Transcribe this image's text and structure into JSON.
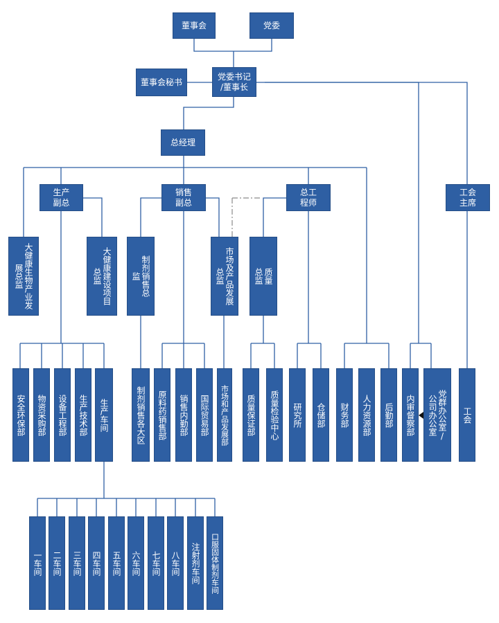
{
  "org": {
    "board": "董事会",
    "party_committee": "党委",
    "board_secretary": "董事会秘书",
    "party_secretary_chairman": "党委书记\n/董事长",
    "general_manager": "总经理",
    "vp_production": "生产\n副总",
    "vp_sales": "销售\n副总",
    "chief_engineer": "总工\n程师",
    "union_chairman": "工会\n主席",
    "health_bio_director": "大健康生物产业发展总监",
    "health_project_director": "大健康建设项目总监",
    "formulation_sales_director": "制剂销售总监",
    "market_dev_director": "市场及产品发展总监",
    "quality_director": "质量总监",
    "dept_safety": "安全环保部",
    "dept_purchasing": "物资采购部",
    "dept_equipment": "设备工程部",
    "dept_production_tech": "生产技术部",
    "dept_workshop": "生产车间",
    "dept_formulation_regions": "制剂销售各大区",
    "dept_api_sales": "原料药销售部",
    "dept_sales_internal": "销售内勤部",
    "dept_trade": "国际贸易部",
    "dept_market_product": "市场和产品发展部",
    "dept_qa": "质量保证部",
    "dept_qc": "质量检验中心",
    "dept_research": "研究所",
    "dept_warehouse": "仓储部",
    "dept_finance": "财务部",
    "dept_hr": "人力资源部",
    "dept_logistics": "后勤部",
    "dept_audit": "内审督察部",
    "dept_party_office": "党群办公室/公司办公室",
    "dept_union": "工会",
    "ws_1": "一车间",
    "ws_2": "二车间",
    "ws_3": "三车间",
    "ws_4": "四车间",
    "ws_5": "五车间",
    "ws_6": "六车间",
    "ws_7": "七车间",
    "ws_8": "八车间",
    "ws_injection": "注射剂车间",
    "ws_oral": "口服固体制剂车间"
  },
  "colors": {
    "box": "#2e5fa3",
    "line": "#2e5fa3",
    "text": "#ffffff"
  }
}
